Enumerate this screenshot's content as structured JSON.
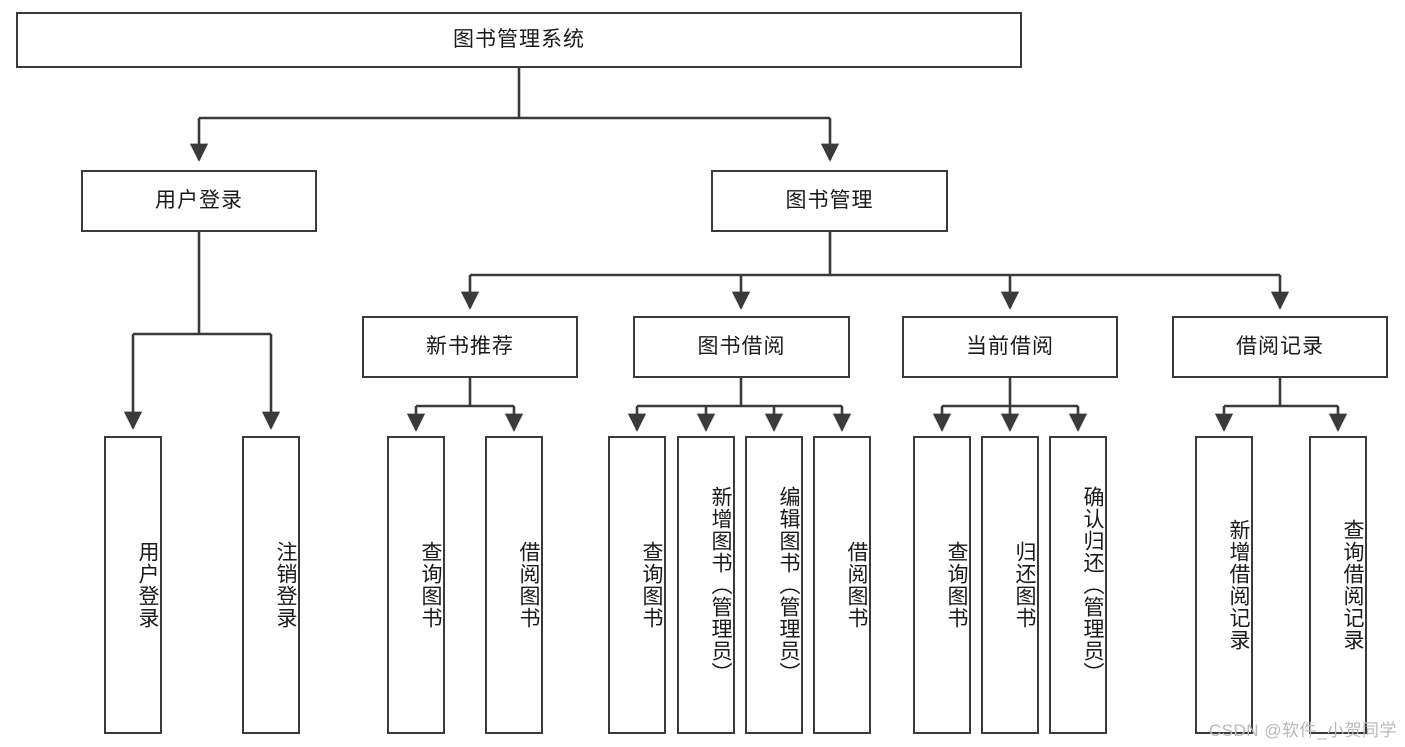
{
  "diagram": {
    "title": "图书管理系统",
    "type": "tree-hierarchy",
    "watermark": "CSDN @软件_小贺同学",
    "colors": {
      "stroke": "#3a3a3a",
      "fill": "#ffffff",
      "text": "#1a1a1a",
      "watermark": "#b9b9b9"
    },
    "root": {
      "label": "图书管理系统"
    },
    "level2": [
      {
        "label": "用户登录"
      },
      {
        "label": "图书管理"
      }
    ],
    "level3": [
      {
        "label": "新书推荐"
      },
      {
        "label": "图书借阅"
      },
      {
        "label": "当前借阅"
      },
      {
        "label": "借阅记录"
      }
    ],
    "leaves": {
      "user_login": [
        {
          "label": "用户登录"
        },
        {
          "label": "注销登录"
        }
      ],
      "new_book": [
        {
          "label": "查询图书"
        },
        {
          "label": "借阅图书"
        }
      ],
      "book_borrow": [
        {
          "label": "查询图书"
        },
        {
          "label": "新增图书（管理员）"
        },
        {
          "label": "编辑图书（管理员）"
        },
        {
          "label": "借阅图书"
        }
      ],
      "current_borrow": [
        {
          "label": "查询图书"
        },
        {
          "label": "归还图书"
        },
        {
          "label": "确认归还（管理员）"
        }
      ],
      "borrow_record": [
        {
          "label": "新增借阅记录"
        },
        {
          "label": "查询借阅记录"
        }
      ]
    }
  }
}
